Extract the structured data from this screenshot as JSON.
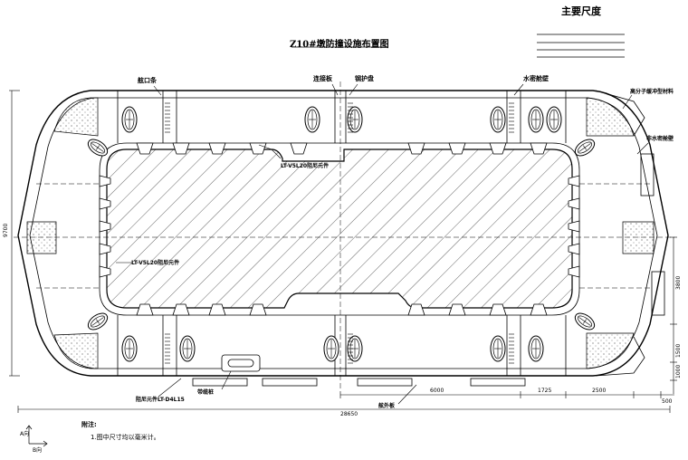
{
  "header": {
    "main_dimensions_title": "主要尺度",
    "drawing_title": "Z10#墩防撞设施布置图"
  },
  "labels": {
    "tl": "舷口条",
    "connector": "连接板",
    "steel_guard": "钢护盘",
    "water_cabin": "水密舱壁",
    "polymer": "高分子缓冲型材料",
    "watertight_bulkhead": "非水密舱壁",
    "lt_v5l20_top": "LT-V5L20阻尼元件",
    "lt_v5l20_left": "LT-V5L20阻尼元件",
    "damper_d4l15": "阻尼元件LT-D4L15",
    "cushion": "带缆桩",
    "side_board": "舷外板"
  },
  "dimensions": {
    "height": "9700",
    "right_3800": "3800",
    "right_1500": "1500",
    "right_1000": "1000",
    "bottom_6000": "6000",
    "bottom_1725": "1725",
    "bottom_2500": "2500",
    "bottom_500": "500",
    "total": "28650"
  },
  "axis": {
    "a": "A向",
    "b": "B向"
  },
  "notes": {
    "heading": "附注:",
    "item1": "1.图中尺寸均以毫米计。"
  }
}
